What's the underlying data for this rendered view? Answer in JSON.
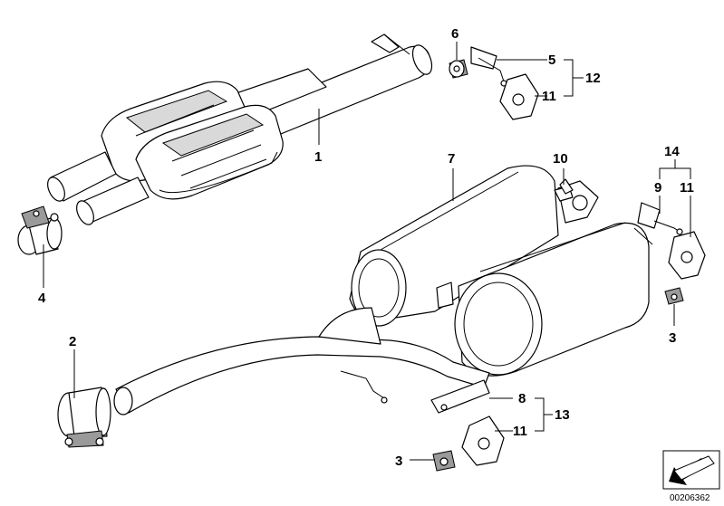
{
  "callouts": {
    "c1": "1",
    "c2": "2",
    "c3a": "3",
    "c3b": "3",
    "c4": "4",
    "c5": "5",
    "c6": "6",
    "c7": "7",
    "c8": "8",
    "c9": "9",
    "c10": "10",
    "c11a": "11",
    "c11b": "11",
    "c11c": "11",
    "c12": "12",
    "c13": "13",
    "c14": "14"
  },
  "document_id": "00206362"
}
